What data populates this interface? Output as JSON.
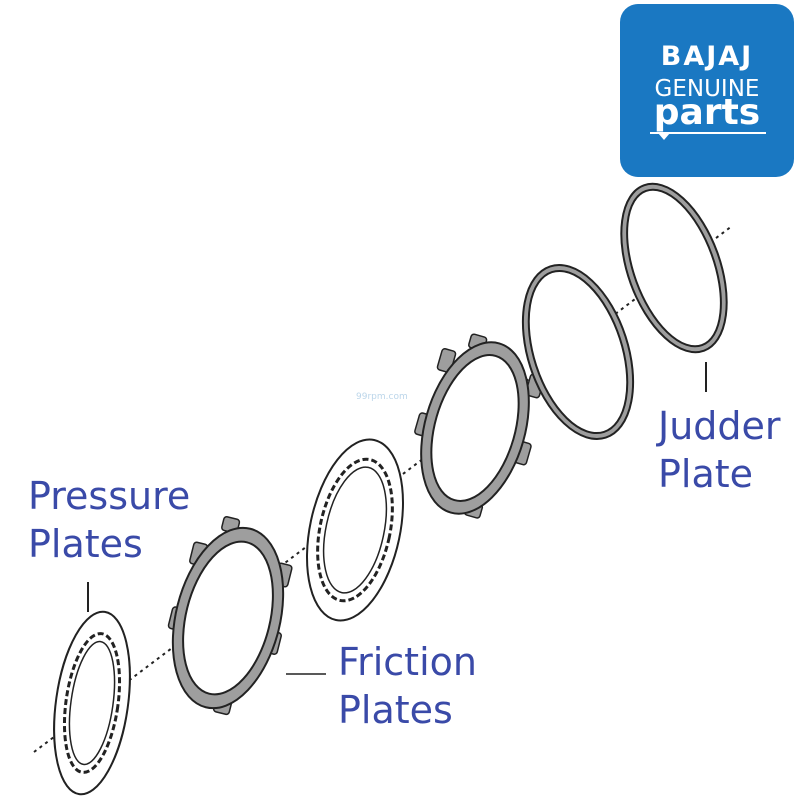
{
  "labels": {
    "pressure": [
      "Pressure",
      "Plates"
    ],
    "friction": [
      "Friction",
      "Plates"
    ],
    "judder": [
      "Judder",
      "Plate"
    ]
  },
  "badge": {
    "brand": "BAJAJ",
    "line2": "GENUINE",
    "line3": "parts"
  },
  "watermark": "99rpm.com",
  "colors": {
    "label": "#3a4aa8",
    "badge_bg": "#1a78c2",
    "line": "#222222",
    "friction_fill": "#9e9e9e"
  }
}
